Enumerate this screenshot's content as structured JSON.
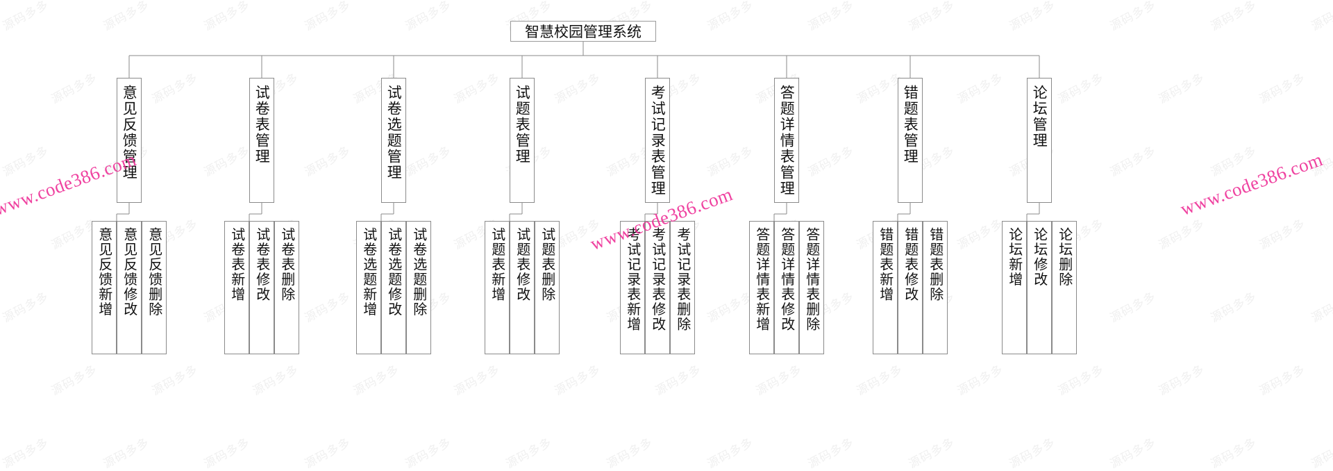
{
  "diagram": {
    "type": "function-structure-tree",
    "title": "智慧校园管理系统",
    "orientation": "top-down",
    "text_direction": "vertical",
    "leaf_suffixes": [
      "新增",
      "修改",
      "删除"
    ],
    "colors": {
      "node_border": "#8a8a8a",
      "node_fill": "#ffffff",
      "connector": "#8a8a8a",
      "text": "#111111",
      "watermark_pink": "#ee3399",
      "watermark_grey": "#f0f0f0"
    }
  },
  "root": {
    "label": "智慧校园管理系统"
  },
  "modules": [
    {
      "label": "意见反馈管理",
      "children": [
        {
          "label": "意见反馈新增"
        },
        {
          "label": "意见反馈修改"
        },
        {
          "label": "意见反馈删除"
        }
      ]
    },
    {
      "label": "试卷表管理",
      "children": [
        {
          "label": "试卷表新增"
        },
        {
          "label": "试卷表修改"
        },
        {
          "label": "试卷表删除"
        }
      ]
    },
    {
      "label": "试卷选题管理",
      "children": [
        {
          "label": "试卷选题新增"
        },
        {
          "label": "试卷选题修改"
        },
        {
          "label": "试卷选题删除"
        }
      ]
    },
    {
      "label": "试题表管理",
      "children": [
        {
          "label": "试题表新增"
        },
        {
          "label": "试题表修改"
        },
        {
          "label": "试题表删除"
        }
      ]
    },
    {
      "label": "考试记录表管理",
      "children": [
        {
          "label": "考试记录表新增"
        },
        {
          "label": "考试记录表修改"
        },
        {
          "label": "考试记录表删除"
        }
      ]
    },
    {
      "label": "答题详情表管理",
      "children": [
        {
          "label": "答题详情表新增"
        },
        {
          "label": "答题详情表修改"
        },
        {
          "label": "答题详情表删除"
        }
      ]
    },
    {
      "label": "错题表管理",
      "children": [
        {
          "label": "错题表新增"
        },
        {
          "label": "错题表修改"
        },
        {
          "label": "错题表删除"
        }
      ]
    },
    {
      "label": "论坛管理",
      "children": [
        {
          "label": "论坛新增"
        },
        {
          "label": "论坛修改"
        },
        {
          "label": "论坛删除"
        }
      ]
    }
  ],
  "watermarks": {
    "pink_url": "www.code386.com",
    "grey_text": "源码多多"
  }
}
